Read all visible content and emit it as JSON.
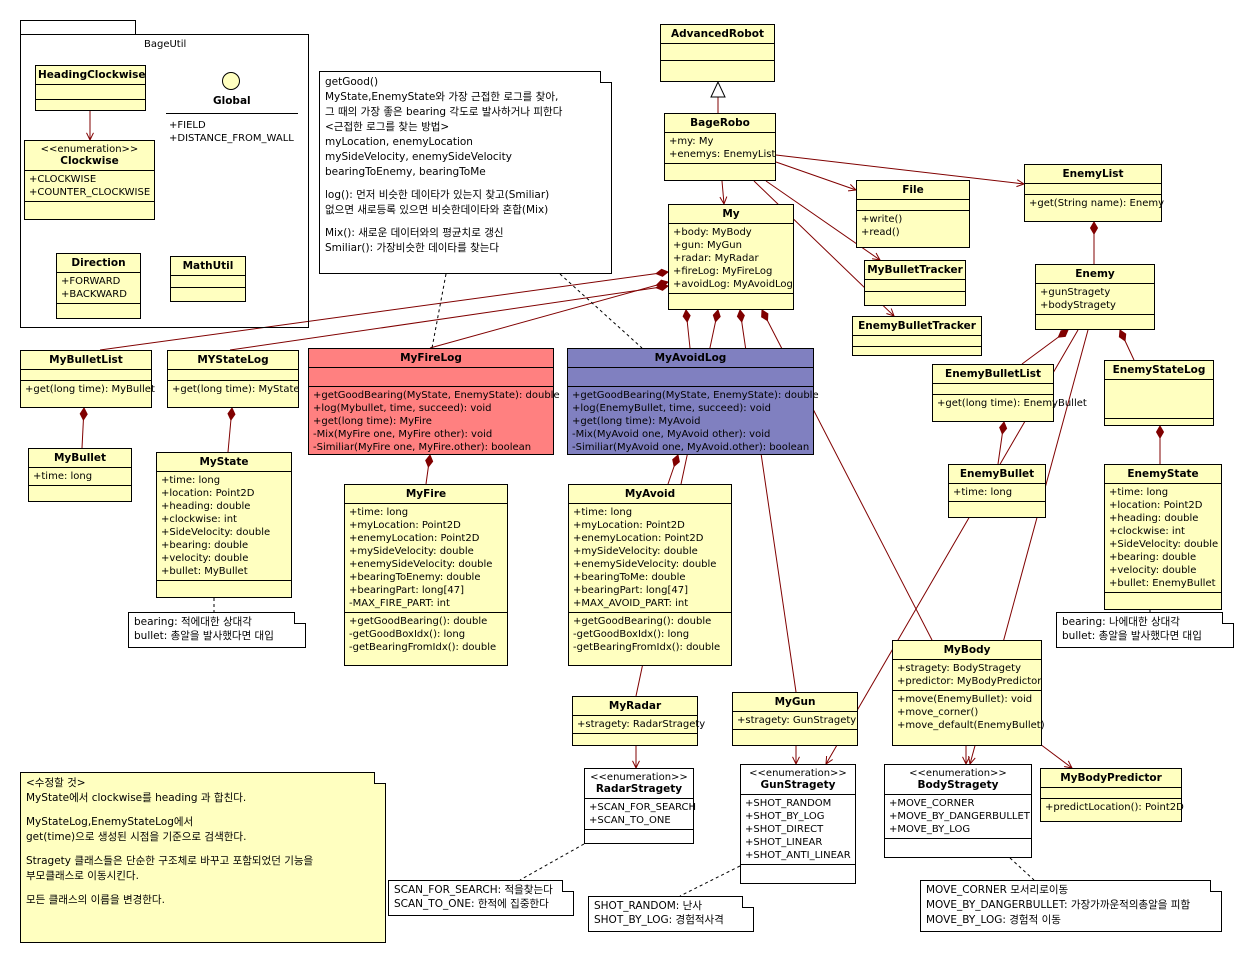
{
  "package": {
    "name": "BageUtil"
  },
  "classes": {
    "heading_clockwise": {
      "name": "HeadingClockwise",
      "stereotype": "",
      "attrs": [],
      "ops": []
    },
    "clockwise": {
      "name": "Clockwise",
      "stereotype": "<<enumeration>>",
      "attrs": [
        "+CLOCKWISE",
        "+COUNTER_CLOCKWISE"
      ],
      "ops": []
    },
    "direction": {
      "name": "Direction",
      "stereotype": "",
      "attrs": [
        "+FORWARD",
        "+BACKWARD"
      ],
      "ops": []
    },
    "mathutil": {
      "name": "MathUtil",
      "stereotype": "",
      "attrs": [],
      "ops": []
    },
    "advanced_robot": {
      "name": "AdvancedRobot",
      "stereotype": "",
      "attrs": [],
      "ops": []
    },
    "bagerobo": {
      "name": "BageRobo",
      "stereotype": "",
      "attrs": [
        "+my: My",
        "+enemys: EnemyList"
      ],
      "ops": []
    },
    "my": {
      "name": "My",
      "stereotype": "",
      "attrs": [
        "+body: MyBody",
        "+gun: MyGun",
        "+radar: MyRadar",
        "+fireLog: MyFireLog",
        "+avoidLog: MyAvoidLog"
      ],
      "ops": []
    },
    "file": {
      "name": "File",
      "stereotype": "",
      "attrs": [],
      "ops": [
        "+write()",
        "+read()"
      ]
    },
    "enemylist": {
      "name": "EnemyList",
      "stereotype": "",
      "attrs": [],
      "ops": [
        "+get(String name): Enemy"
      ]
    },
    "mybullettracker": {
      "name": "MyBulletTracker",
      "stereotype": "",
      "attrs": [],
      "ops": []
    },
    "enemybullettracker": {
      "name": "EnemyBulletTracker",
      "stereotype": "",
      "attrs": [],
      "ops": []
    },
    "enemy": {
      "name": "Enemy",
      "stereotype": "",
      "attrs": [
        "+gunStragety",
        "+bodyStragety"
      ],
      "ops": []
    },
    "mybulletlist": {
      "name": "MyBulletList",
      "stereotype": "",
      "attrs": [],
      "ops": [
        "+get(long time): MyBullet"
      ]
    },
    "mystatelog": {
      "name": "MYStateLog",
      "stereotype": "",
      "attrs": [],
      "ops": [
        "+get(long time): MyState"
      ]
    },
    "myfirelog": {
      "name": "MyFireLog",
      "stereotype": "",
      "attrs": [],
      "ops": [
        "+getGoodBearing(MyState, EnemyState): double",
        "+log(Mybullet, time, succeed): void",
        "+get(long time): MyFire",
        "-Mix(MyFire one, MyFire other): void",
        "-Similiar(MyFire one, MyFire.other): boolean"
      ]
    },
    "myavoidlog": {
      "name": "MyAvoidLog",
      "stereotype": "",
      "attrs": [],
      "ops": [
        "+getGoodBearing(MyState, EnemyState): double",
        "+log(EnemyBullet, time, succeed): void",
        "+get(long time): MyAvoid",
        "-Mix(MyAvoid one, MyAvoid other): void",
        "-Similiar(MyAvoid one, MyAvoid.other): boolean"
      ]
    },
    "enemybulletlist": {
      "name": "EnemyBulletList",
      "stereotype": "",
      "attrs": [],
      "ops": [
        "+get(long time): EnemyBullet"
      ]
    },
    "enemystatelog": {
      "name": "EnemyStateLog",
      "stereotype": "",
      "attrs": [],
      "ops": []
    },
    "mybullet": {
      "name": "MyBullet",
      "stereotype": "",
      "attrs": [
        "+time: long"
      ],
      "ops": []
    },
    "mystate": {
      "name": "MyState",
      "stereotype": "",
      "attrs": [
        "+time: long",
        "+location: Point2D",
        "+heading: double",
        "+clockwise: int",
        "+SideVelocity: double",
        "+bearing: double",
        "+velocity: double",
        "+bullet: MyBullet"
      ],
      "ops": []
    },
    "myfire": {
      "name": "MyFire",
      "stereotype": "",
      "attrs": [
        "+time: long",
        "+myLocation: Point2D",
        "+enemyLocation: Point2D",
        "+mySideVelocity: double",
        "+enemySideVelocity: double",
        "+bearingToEnemy: double",
        "+bearingPart: long[47]",
        "-MAX_FIRE_PART: int"
      ],
      "ops": [
        "+getGoodBearing(): double",
        "-getGoodBoxIdx(): long",
        "-getBearingFromIdx(): double"
      ]
    },
    "myavoid": {
      "name": "MyAvoid",
      "stereotype": "",
      "attrs": [
        "+time: long",
        "+myLocation: Point2D",
        "+enemyLocation: Point2D",
        "+mySideVelocity: double",
        "+enemySideVelocity: double",
        "+bearingToMe: double",
        "+bearingPart: long[47]",
        "+MAX_AVOID_PART: int"
      ],
      "ops": [
        "+getGoodBearing(): double",
        "-getGoodBoxIdx(): long",
        "-getBearingFromIdx(): double"
      ]
    },
    "enemybullet": {
      "name": "EnemyBullet",
      "stereotype": "",
      "attrs": [
        "+time: long"
      ],
      "ops": []
    },
    "enemystate": {
      "name": "EnemyState",
      "stereotype": "",
      "attrs": [
        "+time: long",
        "+location: Point2D",
        "+heading: double",
        "+clockwise: int",
        "+SideVelocity: double",
        "+bearing: double",
        "+velocity: double",
        "+bullet: EnemyBullet"
      ],
      "ops": []
    },
    "mybody": {
      "name": "MyBody",
      "stereotype": "",
      "attrs": [
        "+stragety: BodyStragety",
        "+predictor: MyBodyPredictor"
      ],
      "ops": [
        "+move(EnemyBullet): void",
        "+move_corner()",
        "+move_default(EnemyBullet)"
      ]
    },
    "myradar": {
      "name": "MyRadar",
      "stereotype": "",
      "attrs": [
        "+stragety: RadarStragety"
      ],
      "ops": []
    },
    "mygun": {
      "name": "MyGun",
      "stereotype": "",
      "attrs": [
        "+stragety: GunStragety"
      ],
      "ops": []
    },
    "radarstragety": {
      "name": "RadarStragety",
      "stereotype": "<<enumeration>>",
      "attrs": [
        "+SCAN_FOR_SEARCH",
        "+SCAN_TO_ONE"
      ],
      "ops": []
    },
    "gunstragety": {
      "name": "GunStragety",
      "stereotype": "<<enumeration>>",
      "attrs": [
        "+SHOT_RANDOM",
        "+SHOT_BY_LOG",
        "+SHOT_DIRECT",
        "+SHOT_LINEAR",
        "+SHOT_ANTI_LINEAR"
      ],
      "ops": []
    },
    "bodystragety": {
      "name": "BodyStragety",
      "stereotype": "<<enumeration>>",
      "attrs": [
        "+MOVE_CORNER",
        "+MOVE_BY_DANGERBULLET",
        "+MOVE_BY_LOG"
      ],
      "ops": []
    },
    "mybodypredictor": {
      "name": "MyBodyPredictor",
      "stereotype": "",
      "attrs": [],
      "ops": [
        "+predictLocation(): Point2D"
      ]
    }
  },
  "global_iface": {
    "name": "Global",
    "attrs": [
      "+FIELD",
      "+DISTANCE_FROM_WALL"
    ]
  },
  "notes": {
    "getgood": [
      "getGood()",
      "MyState,EnemyState와 가장 근접한 로그를 찾아,",
      "그 때의 가장 좋은 bearing 각도로 발사하거나 피한다",
      "<근접한 로그를 찾는 방법>",
      "myLocation, enemyLocation",
      "mySideVelocity, enemySideVelocity",
      "bearingToEnemy, bearingToMe",
      "",
      "log(): 먼저 비슷한 데이타가 있는지 찾고(Smiliar)",
      "없으면 새로등록 있으면 비슷한데이타와 혼합(Mix)",
      "",
      "Mix(): 새로운 데이터와의 평균치로 갱신",
      "Smiliar(): 가장비슷한 데이타를 찾는다"
    ],
    "mystate_note": [
      "bearing: 적에대한 상대각",
      "bullet: 총알을 발사했다면 대입"
    ],
    "enemystate_note": [
      "bearing: 나에대한 상대각",
      "bullet: 총알을 발사했다면 대입"
    ],
    "todo": [
      "<수정할 것>",
      "MyState에서 clockwise를 heading 과 합친다.",
      "",
      "MyStateLog,EnemyStateLog에서",
      "get(time)으로 생성된 시점을 기준으로 검색한다.",
      "",
      "Stragety 클래스들은 단순한 구조체로 바꾸고 포함되었던 기능을",
      "부모클래스로 이동시킨다.",
      "",
      "모든 클래스의 이름을 변경한다."
    ],
    "radar_note": [
      "SCAN_FOR_SEARCH: 적을찾는다",
      "SCAN_TO_ONE: 한적에 집중한다"
    ],
    "gun_note": [
      "SHOT_RANDOM: 난사",
      "SHOT_BY_LOG: 경험적사격"
    ],
    "body_note": [
      "MOVE_CORNER 모서리로이동",
      "MOVE_BY_DANGERBULLET: 가장가까운적의총알을 피함",
      "MOVE_BY_LOG: 경험적 이동"
    ]
  },
  "colors": {
    "class_fill": "#ffffc0",
    "firelog_fill": "#ff8080",
    "avoidlog_fill": "#8080c0",
    "line": "#800000"
  }
}
